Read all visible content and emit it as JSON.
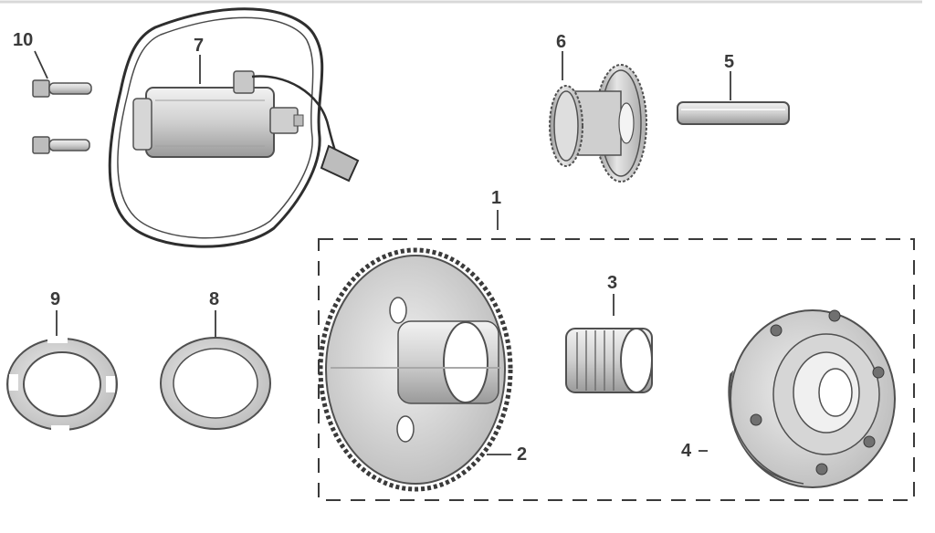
{
  "diagram": {
    "callouts": [
      {
        "id": "c1",
        "text": "1"
      },
      {
        "id": "c2",
        "text": "2"
      },
      {
        "id": "c3",
        "text": "3"
      },
      {
        "id": "c4",
        "text": "4"
      },
      {
        "id": "c5",
        "text": "5"
      },
      {
        "id": "c6",
        "text": "6"
      },
      {
        "id": "c7",
        "text": "7"
      },
      {
        "id": "c8",
        "text": "8"
      },
      {
        "id": "c9",
        "text": "9"
      },
      {
        "id": "c10",
        "text": "10"
      }
    ]
  },
  "colors": {
    "ink": "#3a3a3a",
    "metal_light": "#e8e8e8",
    "metal_mid": "#c4c4c4",
    "metal_dark": "#8a8a8a",
    "outline": "#505050"
  }
}
